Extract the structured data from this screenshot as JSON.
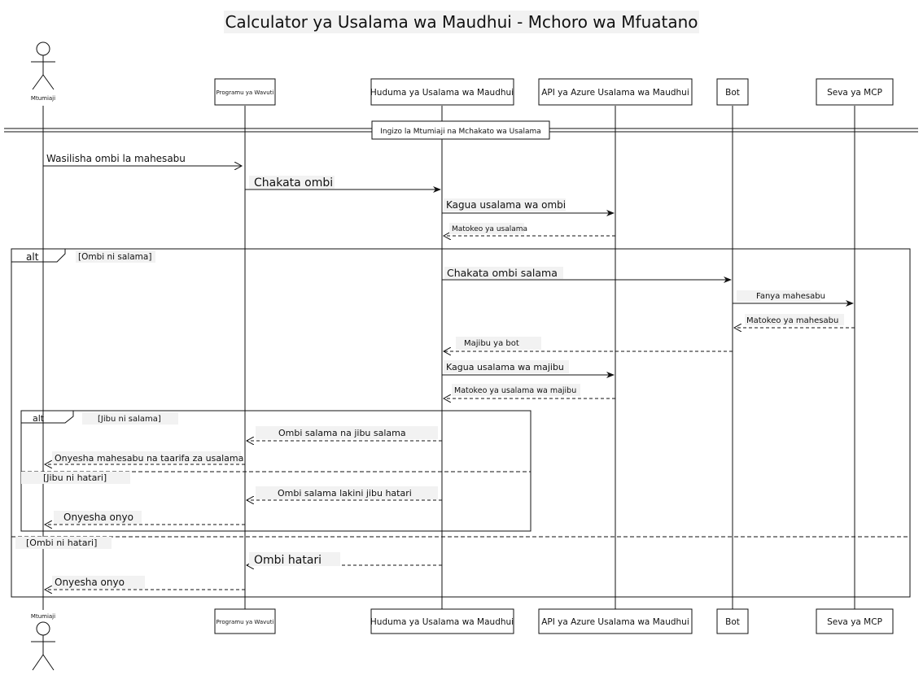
{
  "title": "Calculator ya Usalama wa Maudhui - Mchoro wa Mfuatano",
  "participants": {
    "user": "Mtumiaji",
    "web_app": "Programu ya Wavuti",
    "safety_service": "Huduma ya Usalama wa Maudhui",
    "azure_api": "API ya Azure Usalama wa Maudhui",
    "bot": "Bot",
    "mcp_server": "Seva ya MCP"
  },
  "section_divider": "Ingizo la Mtumiaji na Mchakato wa Usalama",
  "messages": {
    "m1": "Wasilisha ombi la mahesabu",
    "m2": "Chakata ombi",
    "m3": "Kagua usalama wa ombi",
    "m4": "Matokeo ya usalama",
    "m5": "Chakata ombi salama",
    "m6": "Fanya mahesabu",
    "m7": "Matokeo ya mahesabu",
    "m8": "Majibu ya bot",
    "m9": "Kagua usalama wa majibu",
    "m10": "Matokeo ya usalama wa majibu",
    "m11": "Ombi salama na jibu salama",
    "m12": "Onyesha mahesabu na taarifa za usalama",
    "m13": "Ombi salama lakini jibu hatari",
    "m14": "Onyesha onyo",
    "m15": "Ombi hatari",
    "m16": "Onyesha onyo"
  },
  "fragments": {
    "outer_keyword": "alt",
    "outer_guard_1": "[Ombi ni salama]",
    "outer_guard_2": "[Ombi ni hatari]",
    "inner_keyword": "alt",
    "inner_guard_1": "[Jibu ni salama]",
    "inner_guard_2": "[Jibu ni hatari]"
  }
}
